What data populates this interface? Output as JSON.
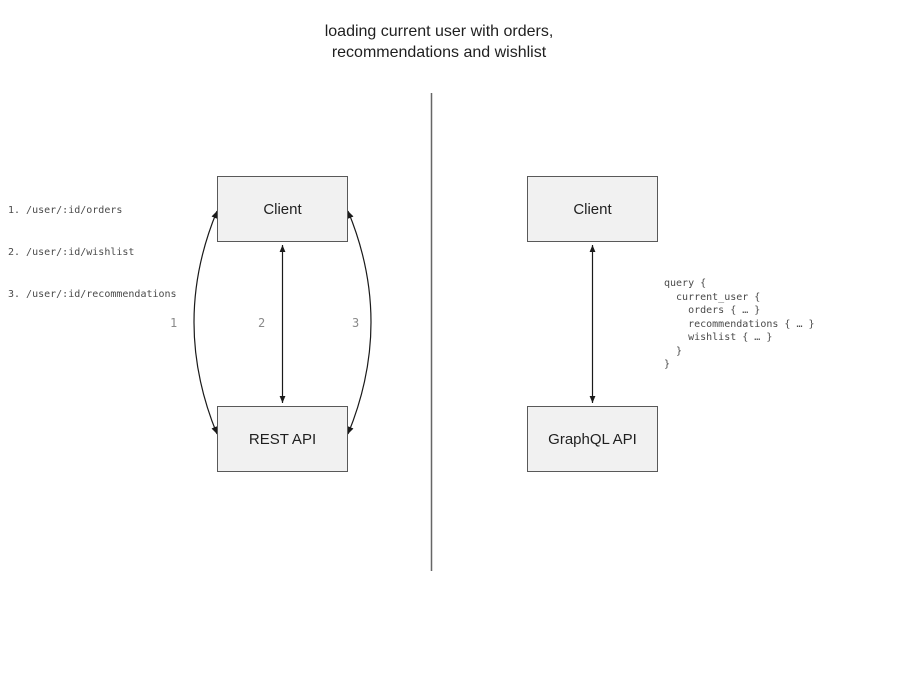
{
  "title": "loading current user with orders,\nrecommendations and wishlist",
  "rest_side": {
    "client_label": "Client",
    "api_label": "REST API",
    "endpoints": [
      "1. /user/:id/orders",
      "2. /user/:id/wishlist",
      "3. /user/:id/recommendations"
    ],
    "arrow_labels": [
      "1",
      "2",
      "3"
    ]
  },
  "graphql_side": {
    "client_label": "Client",
    "api_label": "GraphQL API",
    "query": "query {\n  current_user {\n    orders { … }\n    recommendations { … }\n    wishlist { … }\n  }\n}"
  },
  "colors": {
    "background": "#ffffff",
    "box_fill": "#f1f1f1",
    "box_border": "#595959",
    "arrow": "#1a1a1a",
    "divider": "#666666",
    "title_text": "#1f1f1f",
    "code_text": "#4a4a4a",
    "arrow_label_text": "#8a8a8a"
  }
}
